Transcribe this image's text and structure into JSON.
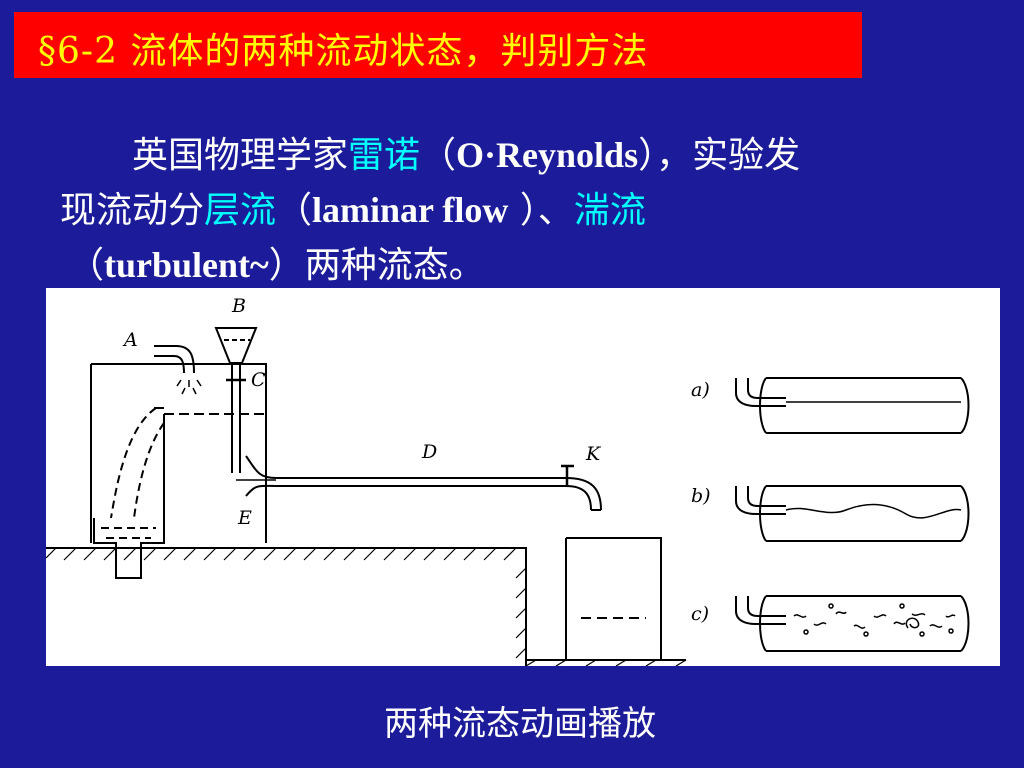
{
  "title": "§6-2  流体的两种流动状态，判别方法",
  "paragraph": {
    "line1": [
      {
        "text": "英国物理学家",
        "style": "normal"
      },
      {
        "text": "雷诺",
        "style": "highlight"
      },
      {
        "text": "（",
        "style": "normal"
      },
      {
        "text": "O·Reynolds",
        "style": "bold"
      },
      {
        "text": "），实验发",
        "style": "normal"
      }
    ],
    "line2": [
      {
        "text": "现流动分",
        "style": "normal"
      },
      {
        "text": "层流",
        "style": "highlight"
      },
      {
        "text": "（",
        "style": "normal"
      },
      {
        "text": "laminar flow",
        "style": "bold"
      },
      {
        "text": " ）、",
        "style": "normal"
      },
      {
        "text": "湍流",
        "style": "highlight"
      }
    ],
    "line3": [
      {
        "text": "（",
        "style": "normal"
      },
      {
        "text": "turbulent~",
        "style": "bold"
      },
      {
        "text": "）两种流态。",
        "style": "normal"
      }
    ]
  },
  "diagram": {
    "labels": {
      "A": "A",
      "B": "B",
      "C": "C",
      "D": "D",
      "E": "E",
      "K": "K"
    },
    "patterns": [
      {
        "label": "a)",
        "flow": "laminar"
      },
      {
        "label": "b)",
        "flow": "transitional"
      },
      {
        "label": "c)",
        "flow": "turbulent"
      }
    ]
  },
  "caption": "两种流态动画播放",
  "colors": {
    "background": "#1c1c9a",
    "title_bar": "#ff0000",
    "title_text": "#ffff00",
    "body_text": "#ffffff",
    "highlight": "#00ffff"
  }
}
